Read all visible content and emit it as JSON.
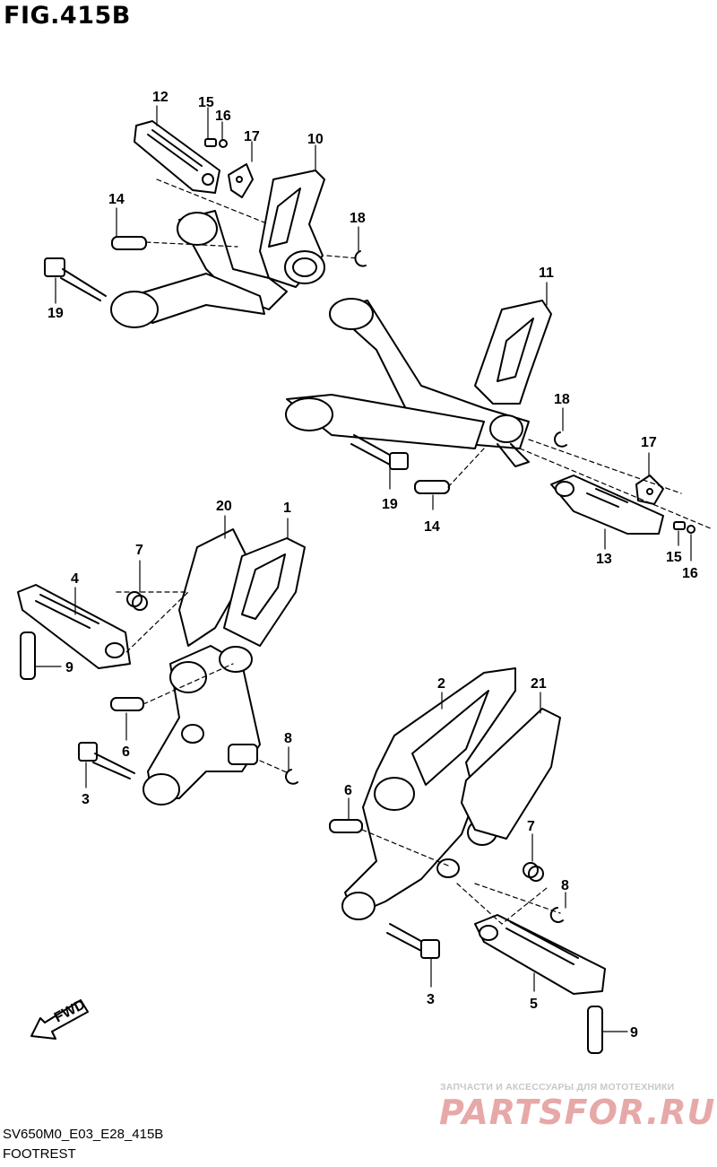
{
  "figure": {
    "title": "FIG.415B",
    "code": "SV650M0_E03_E28_415B",
    "caption": "FOOTREST"
  },
  "watermark": {
    "line1": "ЗАПЧАСТИ И АКСЕССУАРЫ ДЛЯ МОТОТЕХНИКИ",
    "line2": "PARTSFOR.RU"
  },
  "fwd_label": "FWD",
  "callouts": {
    "c12": "12",
    "c15a": "15",
    "c16a": "16",
    "c17a": "17",
    "c10": "10",
    "c14a": "14",
    "c18a": "18",
    "c19a": "19",
    "c11": "11",
    "c18b": "18",
    "c17b": "17",
    "c19b": "19",
    "c14b": "14",
    "c13": "13",
    "c15b": "15",
    "c16b": "16",
    "c20": "20",
    "c1": "1",
    "c7a": "7",
    "c4": "4",
    "c9a": "9",
    "c6a": "6",
    "c8a": "8",
    "c3a": "3",
    "c2": "2",
    "c21": "21",
    "c6b": "6",
    "c7b": "7",
    "c8b": "8",
    "c3b": "3",
    "c5": "5",
    "c9b": "9"
  }
}
